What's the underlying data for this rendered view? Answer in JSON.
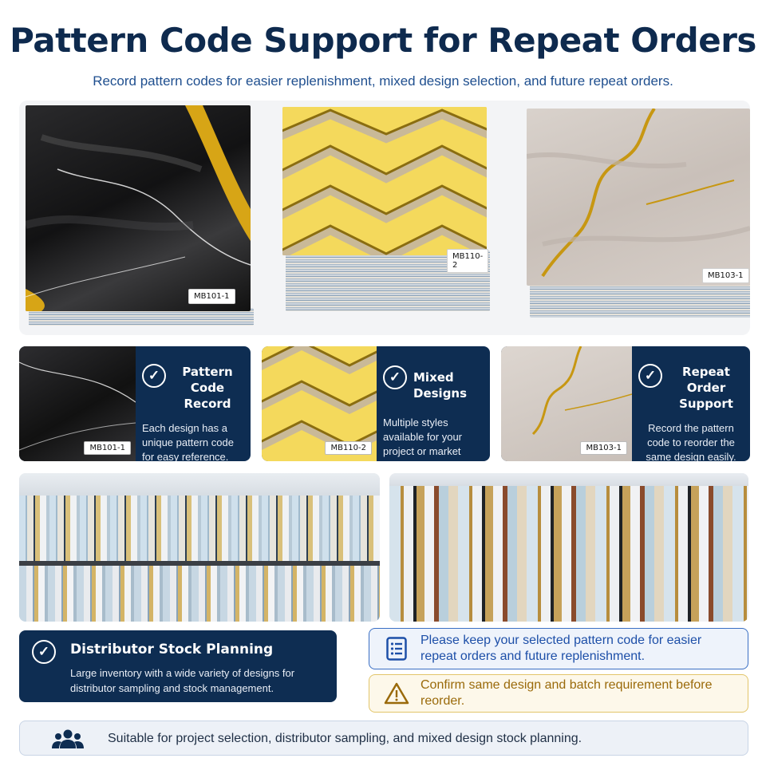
{
  "header": {
    "title": "Pattern Code Support for Repeat Orders",
    "subtitle": "Record pattern codes for easier replenishment, mixed design selection, and future repeat orders."
  },
  "products": [
    {
      "code": "MB101-1",
      "finish": "black marble with gold vein"
    },
    {
      "code": "MB110-2",
      "finish": "gold geometric"
    },
    {
      "code": "MB103-1",
      "finish": "grey marble with gold vein"
    }
  ],
  "features": [
    {
      "title": "Pattern Code Record",
      "description": "Each design has a unique pattern code for easy reference.",
      "thumb_code": "MB101-1",
      "icon": "check-circle-icon"
    },
    {
      "title": "Mixed Designs",
      "description": "Multiple styles available for your project or market needs.",
      "thumb_code": "MB110-2",
      "icon": "check-circle-icon"
    },
    {
      "title": "Repeat Order Support",
      "description": "Record the pattern code to reorder the same design easily.",
      "thumb_code": "MB103-1",
      "icon": "check-circle-icon"
    }
  ],
  "planning": {
    "title": "Distributor Stock Planning",
    "description": "Large inventory with a wide variety of designs for distributor sampling and stock management.",
    "icon": "check-circle-icon"
  },
  "notes": {
    "keep_code": {
      "text": "Please keep your selected pattern code for easier repeat orders and future replenishment.",
      "icon": "document-list-icon"
    },
    "confirm": {
      "text": "Confirm same design and batch requirement before reorder.",
      "icon": "warning-icon"
    }
  },
  "footer": {
    "text": "Suitable for project selection, distributor sampling, and mixed design stock planning.",
    "icon": "group-users-icon"
  },
  "colors": {
    "navy": "#0e2d52",
    "accent_blue": "#1d4fa8",
    "amber": "#9a6a0a",
    "gold": "#d9a81e"
  }
}
